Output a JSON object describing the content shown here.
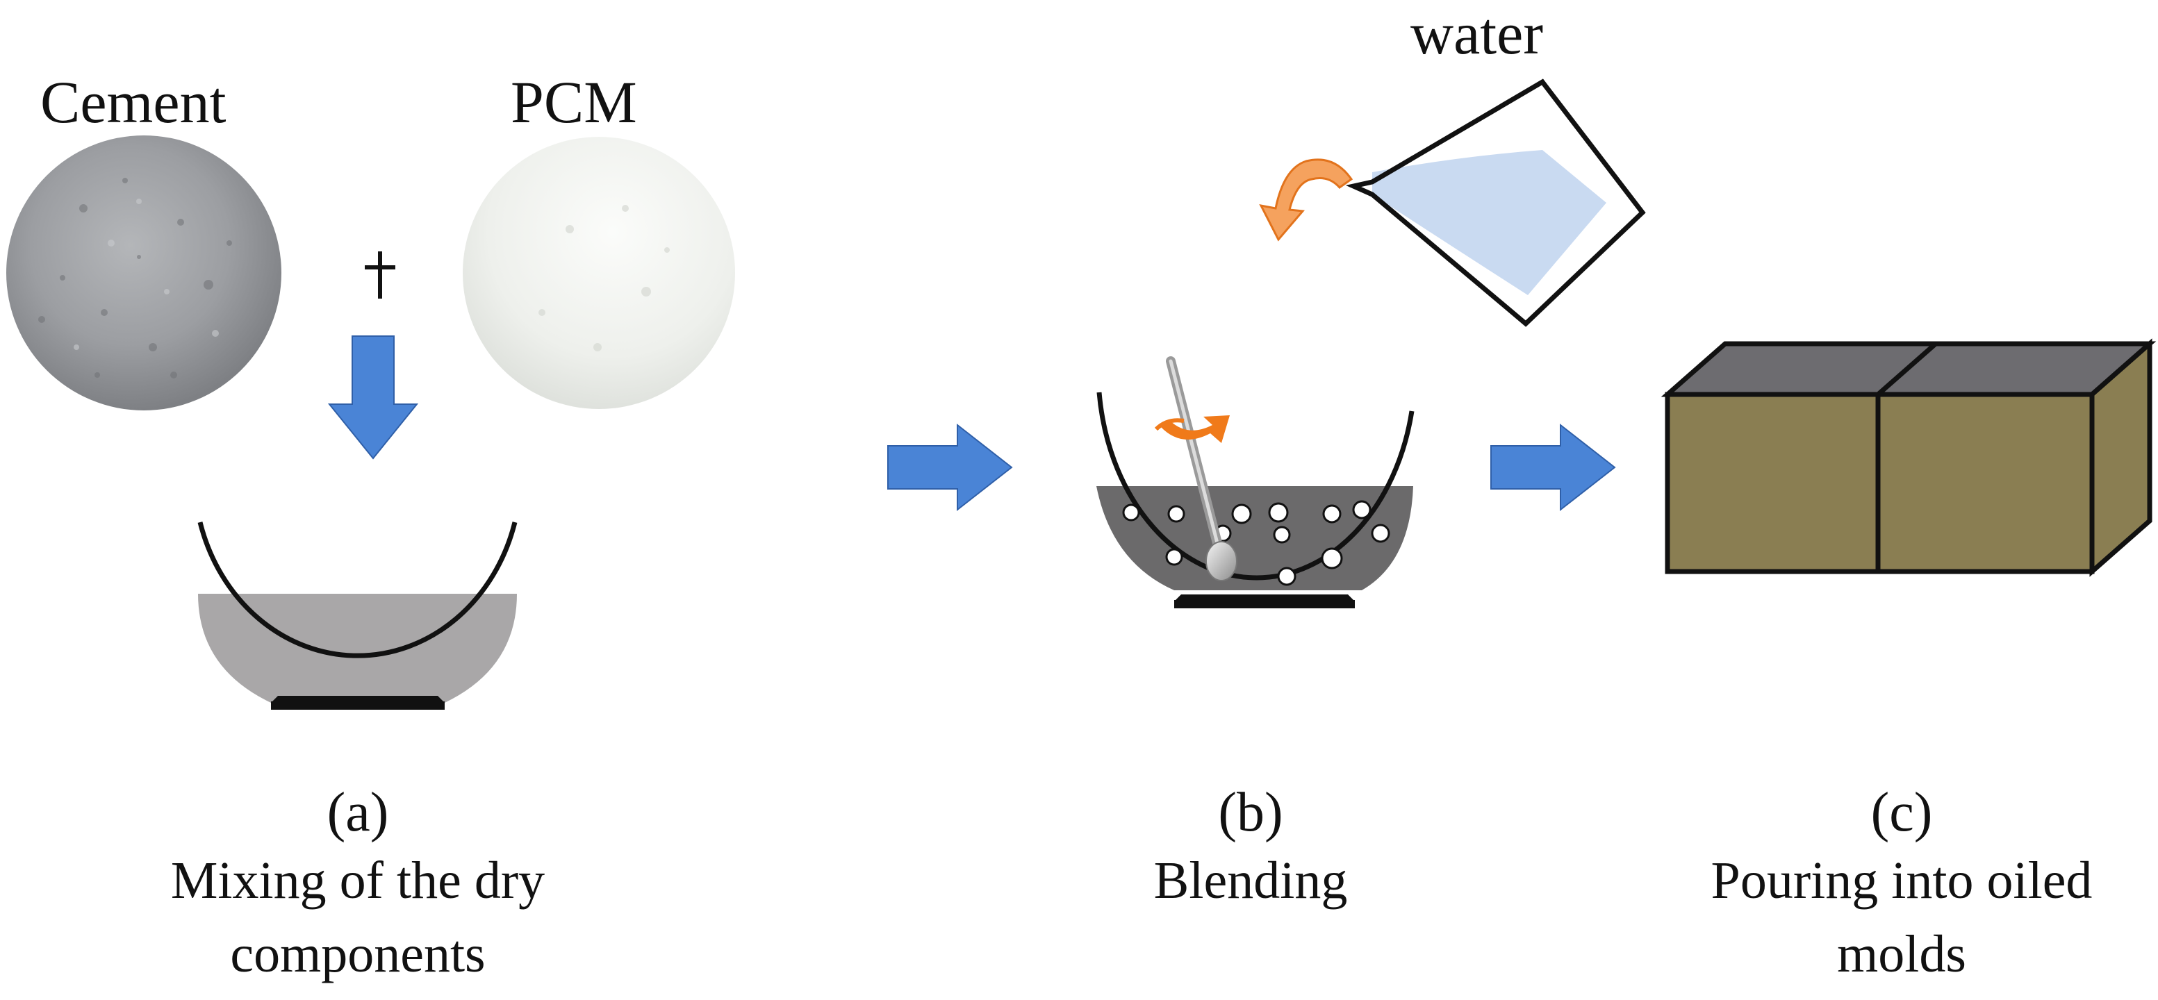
{
  "ingredients": {
    "cement_label": "Cement",
    "pcm_label": "PCM",
    "plus_sign": "+",
    "water_label": "water"
  },
  "steps": [
    {
      "letter": "(a)",
      "caption_line1": "Mixing of the dry",
      "caption_line2": "components"
    },
    {
      "letter": "(b)",
      "caption_line1": "Blending",
      "caption_line2": ""
    },
    {
      "letter": "(c)",
      "caption_line1": "Pouring into oiled",
      "caption_line2": "molds"
    }
  ],
  "colors": {
    "arrow_blue": "#4a84d6",
    "arrow_outline": "#2f5fa8",
    "cement_gray": "#9d9fa3",
    "pcm_white": "#f1f3ef",
    "dry_mix": "#a9a7a8",
    "wet_mix": "#6b6a6b",
    "water": "#c9daf1",
    "rotation_orange": "#f07a1a",
    "mold_front": "#8a7e52",
    "mold_top": "#6d6c70",
    "mold_side": "#8a7e52",
    "outline": "#111111"
  }
}
